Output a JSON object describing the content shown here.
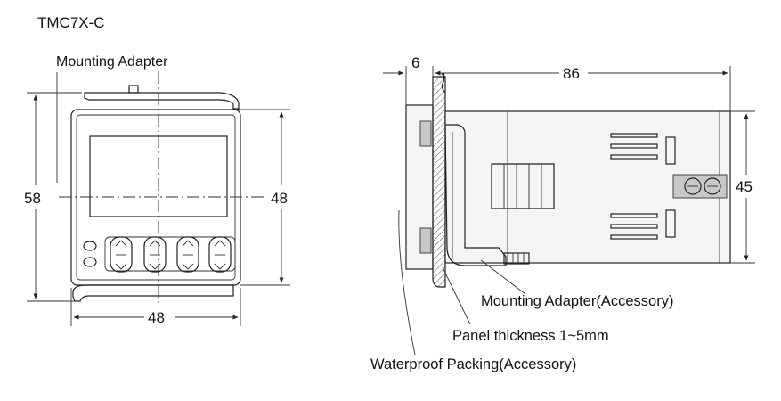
{
  "model": "TMC7X-C",
  "front_view": {
    "label_mounting_adapter": "Mounting Adapter",
    "dim_height_outer": "58",
    "dim_height_inner": "48",
    "dim_width": "48"
  },
  "side_view": {
    "dim_front": "6",
    "dim_depth": "86",
    "dim_height": "45",
    "label_mounting_adapter_accessory": "Mounting Adapter(Accessory)",
    "label_panel_thickness": "Panel thickness 1~5mm",
    "label_waterproof_packing": "Waterproof Packing(Accessory)"
  },
  "colors": {
    "line": "#222222",
    "hatch": "#555555",
    "background": "#ffffff"
  }
}
